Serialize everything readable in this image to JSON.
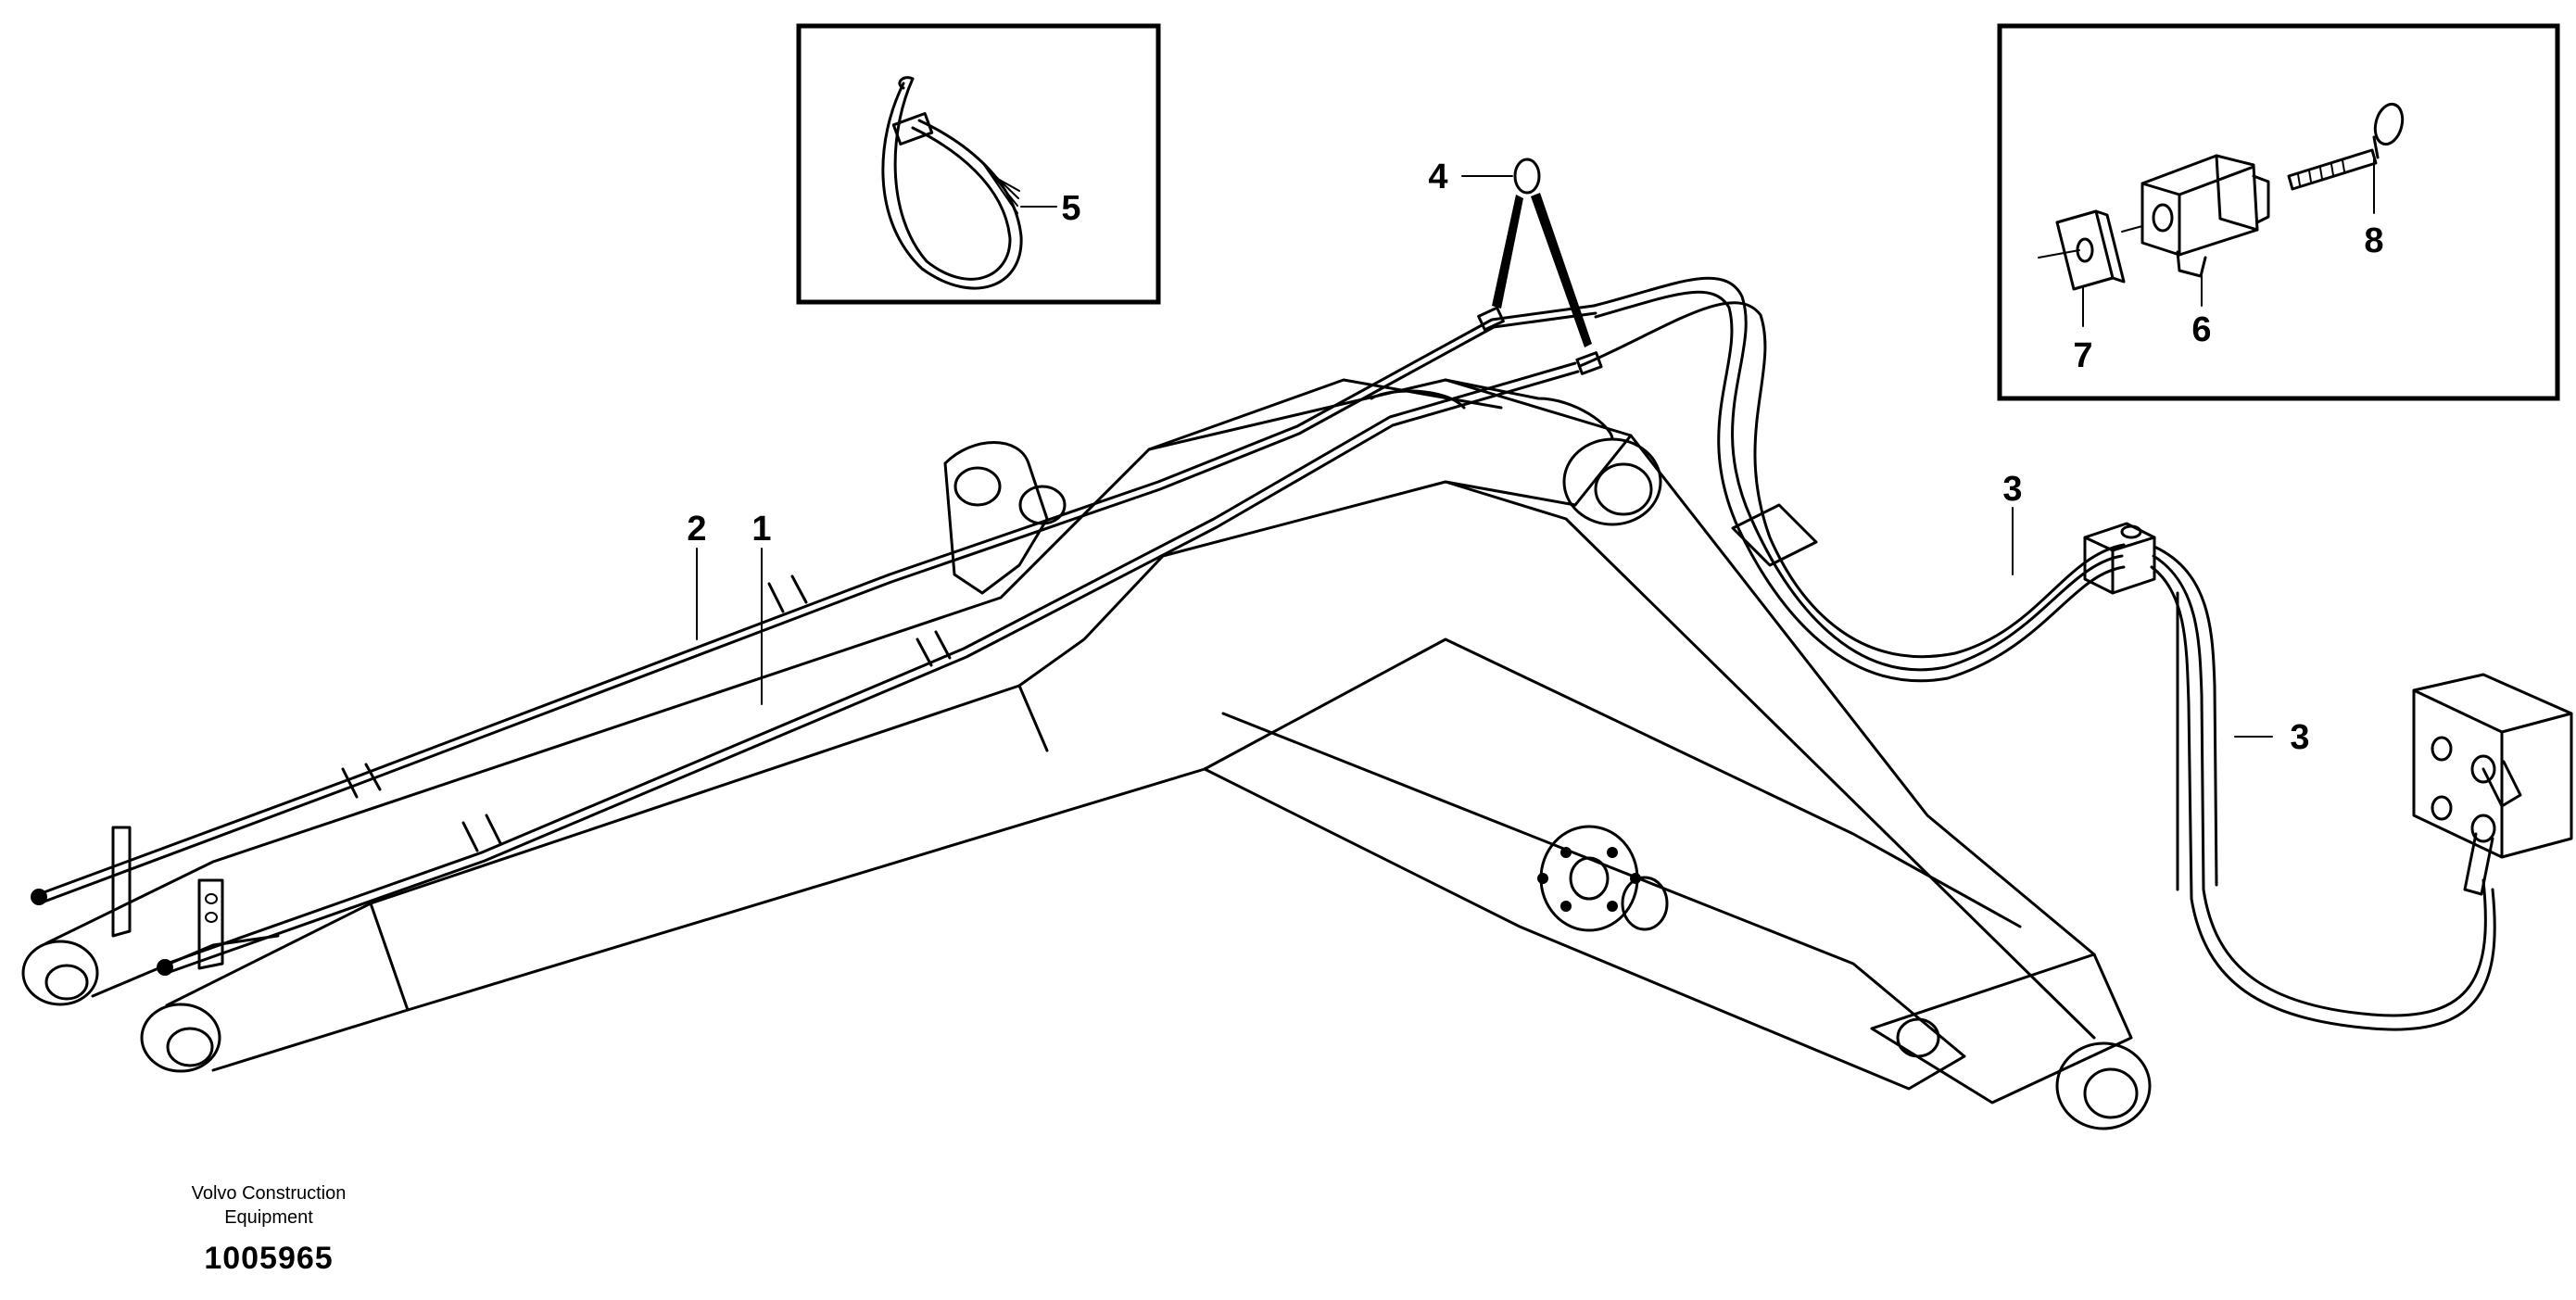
{
  "footer": {
    "maker_line1": "Volvo Construction",
    "maker_line2": "Equipment",
    "document_number": "1005965"
  },
  "callouts": [
    {
      "id": "c1",
      "label": "1"
    },
    {
      "id": "c2",
      "label": "2"
    },
    {
      "id": "c3a",
      "label": "3"
    },
    {
      "id": "c3b",
      "label": "3"
    },
    {
      "id": "c4",
      "label": "4"
    },
    {
      "id": "c5",
      "label": "5"
    },
    {
      "id": "c6",
      "label": "6"
    },
    {
      "id": "c7",
      "label": "7"
    },
    {
      "id": "c8",
      "label": "8"
    }
  ],
  "parts": {
    "boom": "excavator-boom",
    "hose1": "hydraulic-line",
    "hose2": "hydraulic-line",
    "hose3": "hydraulic-hose-bundle",
    "oring": "o-ring",
    "cable_tie": "cable-tie",
    "connector": "electrical-connector",
    "washer": "square-washer",
    "screw": "screw"
  }
}
